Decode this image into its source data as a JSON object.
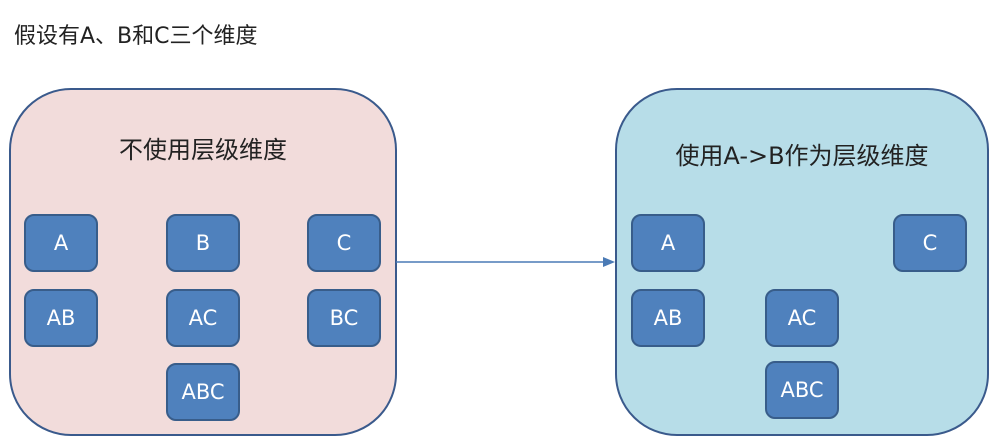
{
  "heading": "假设有A、B和C三个维度",
  "left_panel": {
    "title": "不使用层级维度",
    "nodes": [
      "A",
      "B",
      "C",
      "AB",
      "AC",
      "BC",
      "ABC"
    ]
  },
  "right_panel": {
    "title": "使用A->B作为层级维度",
    "nodes": [
      "A",
      "C",
      "AB",
      "AC",
      "ABC"
    ]
  },
  "colors": {
    "left_panel_fill": "#f2dcdb",
    "right_panel_fill": "#b7dde8",
    "panel_border": "#3a5a8c",
    "node_fill": "#4f81bd",
    "node_border": "#385d8a",
    "arrow": "#4a7ab5"
  }
}
